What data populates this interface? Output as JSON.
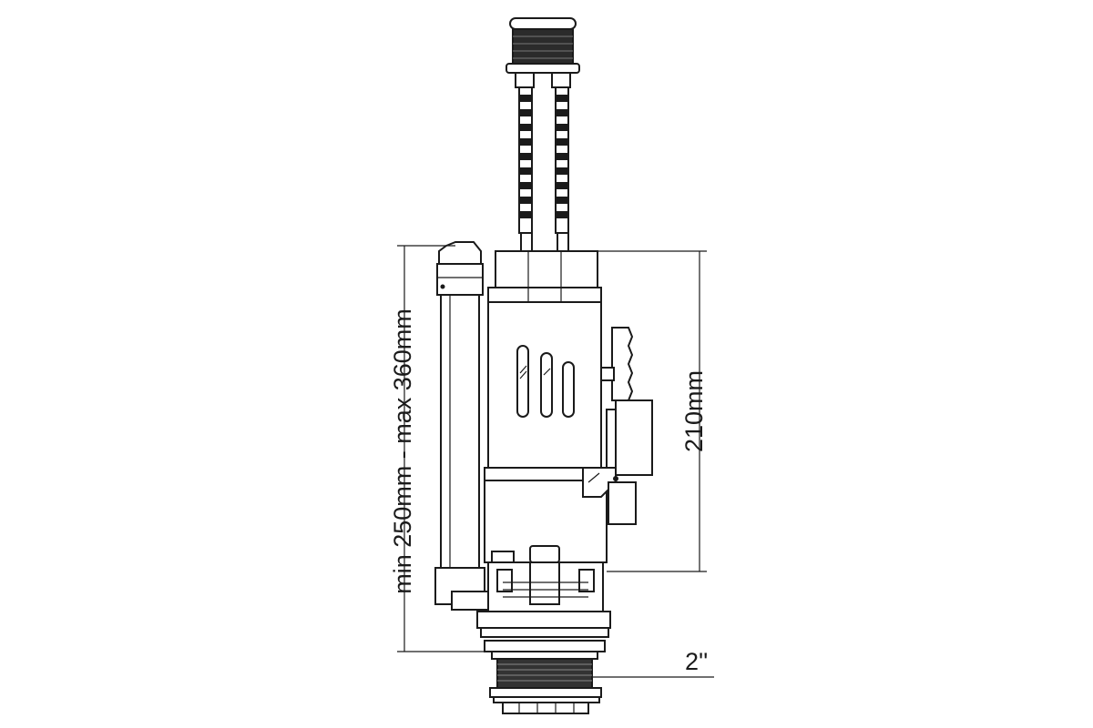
{
  "dimensions": {
    "height_range": "min 250mm - max 360mm",
    "body_height": "210mm",
    "outlet_size": "2''"
  },
  "colors": {
    "line": "#1a1a1a",
    "background": "#ffffff"
  }
}
